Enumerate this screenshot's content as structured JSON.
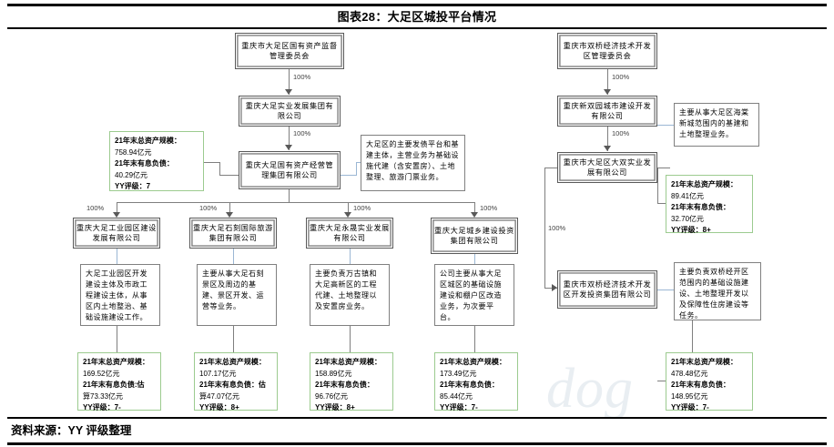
{
  "header": {
    "title": "图表28：大足区城投平台情况"
  },
  "footer": {
    "source": "资料来源：YY 评级整理"
  },
  "watermark": "dog",
  "edge_labels": {
    "full": "100%"
  },
  "left_tree": {
    "root": "重庆市大足区国有资产监督管理委员会",
    "level2": "重庆大足实业发展集团有限公司",
    "level3": "重庆大足国有资产经营管理集团有限公司",
    "level3_stats": {
      "asset_label": "21年末总资产规模：",
      "asset_value": "758.94亿元",
      "debt_label": "21年末有息负债：",
      "debt_value": "40.29亿元",
      "rating": "YY评级：7"
    },
    "level3_desc": "大足区的主要发债平台和基建主体，主营业务为基础设施代建（含安置房）、土地整理、旅游门票业务。",
    "subsidiaries": [
      {
        "name": "重庆大足工业园区建设发展有限公司",
        "desc": "大足工业园区开发建设主体及市政工程建设主体，从事区内土地整治、基础设施建设工作。",
        "stats": {
          "asset_label": "21年末总资产规模：",
          "asset_value": "169.52亿元",
          "debt_label": "21年末有息负债:估",
          "debt_value": "算73.33亿元",
          "rating": "YY评级：7-"
        }
      },
      {
        "name": "重庆大足石刻国际旅游集团有限公司",
        "desc": "主要从事大足石刻景区及周边的基建、景区开发、运营等业务。",
        "stats": {
          "asset_label": "21年末总资产规模：",
          "asset_value": "107.17亿元",
          "debt_label": "21年末有息负债：估",
          "debt_value": "算47.07亿元",
          "rating": "YY评级：8+"
        }
      },
      {
        "name": "重庆大足永晟实业发展有限公司",
        "desc": "主要负责万古镇和大足高新区的工程代建、土地整理以及安置房业务。",
        "stats": {
          "asset_label": "21年末总资产规模：",
          "asset_value": "158.89亿元",
          "debt_label": "21年末有息负债：",
          "debt_value": "96.76亿元",
          "rating": "YY评级：8+"
        }
      },
      {
        "name": "重庆大足城乡建设投资集团有限公司",
        "desc": "公司主要从事大足区城区的基础设施建设和棚户区改造业务，为次要平台。",
        "stats": {
          "asset_label": "21年末总资产规模：",
          "asset_value": "173.49亿元",
          "debt_label": "21年末有息负债：",
          "debt_value": "85.44亿元",
          "rating": "YY评级：7-"
        }
      }
    ]
  },
  "right_tree": {
    "root": "重庆市双桥经济技术开发区管理委员会",
    "level2": "重庆新双园城市建设开发有限公司",
    "level2_desc": "主要从事大足区海棠新城范围内的基建和土地整理业务。",
    "level3": "重庆市大足区大双实业发展有限公司",
    "level3_stats": {
      "asset_label": "21年末总资产规模：",
      "asset_value": "89.41亿元",
      "debt_label": "21年末有息负债：",
      "debt_value": "32.70亿元",
      "rating": "YY评级：8+"
    },
    "level4": "重庆市双桥经济技术开发区开发投资集团有限公司",
    "level4_desc": "主要负责双桥经开区范围内的基础设施建设、土地整理开发以及保障性住房建设等任务。",
    "level4_stats": {
      "asset_label": "21年末总资产规模：",
      "asset_value": "478.48亿元",
      "debt_label": "21年末有息负债：",
      "debt_value": "148.95亿元",
      "rating": "YY评级：7-"
    }
  }
}
